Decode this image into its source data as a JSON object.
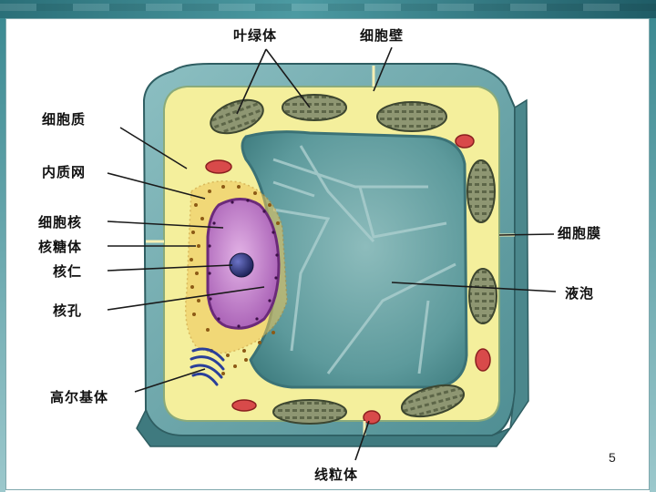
{
  "diagram": {
    "labels": {
      "chloroplast": "叶绿体",
      "cell_wall": "细胞壁",
      "cytoplasm": "细胞质",
      "er": "内质网",
      "nucleus": "细胞核",
      "ribosome": "核糖体",
      "nucleolus": "核仁",
      "nuclear_pore": "核孔",
      "golgi": "高尔基体",
      "cell_membrane": "细胞膜",
      "vacuole": "液泡",
      "mitochondrion": "线粒体"
    }
  },
  "slide": {
    "page_number": "5"
  },
  "colors": {
    "cell_wall": "#5f9ea3",
    "cytoplasm": "#f4ef9c",
    "vacuole": "#6fa9ab",
    "nucleus": "#c58ad0",
    "nucleolus": "#2b2f7a",
    "mitochondrion": "#d84a4a",
    "chloroplast": "#7f8a62",
    "golgi": "#2a3f9a"
  }
}
